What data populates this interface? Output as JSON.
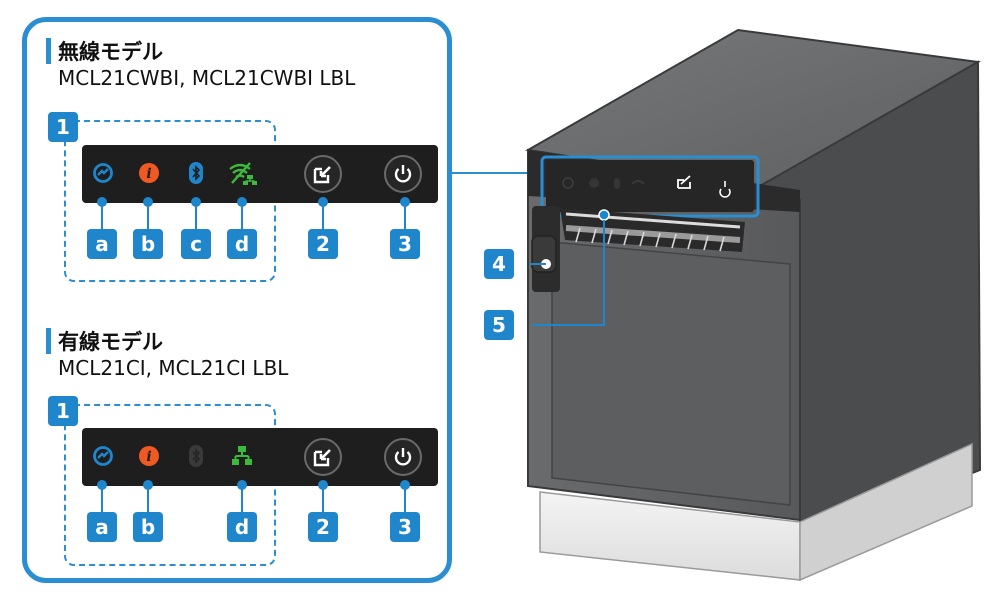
{
  "wireless": {
    "title": "無線モデル",
    "models": "MCL21CWBI, MCL21CWBI LBL"
  },
  "wired": {
    "title": "有線モデル",
    "models": "MCL21CI, MCL21CI LBL"
  },
  "callouts": {
    "n1": "1",
    "n2": "2",
    "n3": "3",
    "n4": "4",
    "n5": "5",
    "a": "a",
    "b": "b",
    "c": "c",
    "d": "d"
  },
  "colors": {
    "accent": "#2a8ed0",
    "power_led": "#1f86cc",
    "error_led": "#f05a22",
    "bluetooth_led": "#1f86cc",
    "network_led": "#3cba3c",
    "panel": "#1e1e1e",
    "printer_body": "#5a5b5d"
  },
  "icons": [
    "power-led-icon",
    "error-led-icon",
    "bluetooth-led-icon",
    "wlan-lan-led-icon",
    "feed-button-icon",
    "power-button-icon"
  ]
}
